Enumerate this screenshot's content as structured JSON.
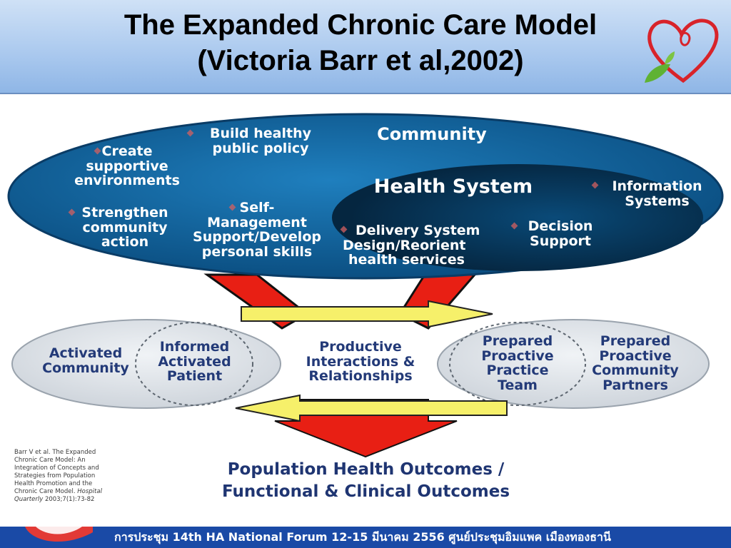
{
  "header": {
    "title_line1": "The Expanded Chronic Care Model",
    "title_line2": "(Victoria Barr et al,2002)"
  },
  "community": {
    "title": "Community",
    "create_supportive_environments": [
      "Create",
      "supportive",
      "environments"
    ],
    "build_healthy_public_policy": [
      "Build healthy",
      "public policy"
    ],
    "strengthen_community_action": [
      "Strengthen",
      "community",
      "action"
    ]
  },
  "health_system": {
    "title": "Health System",
    "information_systems": [
      "Information",
      "Systems"
    ],
    "decision_support": [
      "Decision",
      "Support"
    ],
    "self_management": [
      "Self-",
      "Management",
      "Support/Develop",
      "personal skills"
    ],
    "delivery_system": [
      "Delivery System",
      "Design/Reorient",
      "health services"
    ]
  },
  "interactions": {
    "activated_community": [
      "Activated",
      "Community"
    ],
    "informed_patient": [
      "Informed",
      "Activated",
      "Patient"
    ],
    "productive": [
      "Productive",
      "Interactions &",
      "Relationships"
    ],
    "practice_team": [
      "Prepared",
      "Proactive",
      "Practice",
      "Team"
    ],
    "community_partners": [
      "Prepared",
      "Proactive",
      "Community",
      "Partners"
    ]
  },
  "outcomes": [
    "Population Health Outcomes /",
    "Functional & Clinical Outcomes"
  ],
  "reference": [
    "Barr V et al. The Expanded",
    "Chronic Care Model: An",
    "Integration of Concepts and",
    "Strategies from Population",
    "Health Promotion and the",
    "Chronic Care Model.",
    "Hospital",
    "Quarterly",
    "2003;7(1):73-82"
  ],
  "footer": {
    "text": "การประชุม 14th HA National Forum 12-15 มีนาคม 2556 ศูนย์ประชุมอิมแพค เมืองทองธานี"
  },
  "colors": {
    "ellipse_blue": "#0f5f96",
    "health_system_dark": "#07355a",
    "arrow_red": "#e81f14",
    "arrow_yellow": "#f6f06a",
    "text_navy": "#233a78",
    "footer_blue": "#1a4aa6"
  }
}
